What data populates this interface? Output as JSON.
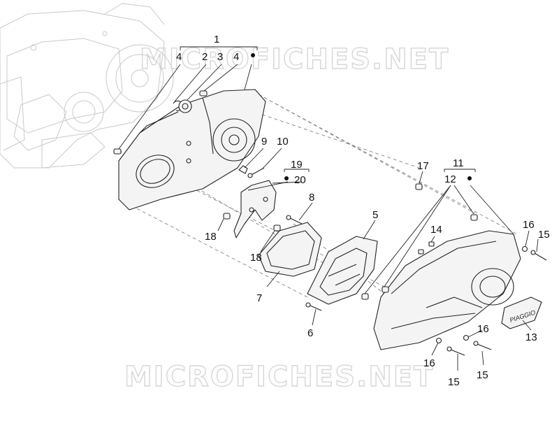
{
  "watermark": {
    "text": "MICROFICHES.NET"
  },
  "callouts": {
    "c1": "1",
    "c2": "2",
    "c3": "3",
    "c4a": "4",
    "c4b": "4",
    "c5": "5",
    "c6": "6",
    "c7": "7",
    "c8": "8",
    "c9": "9",
    "c10": "10",
    "c11": "11",
    "c12": "12",
    "c13": "13",
    "c14": "14",
    "c15a": "15",
    "c15b": "15",
    "c15c": "15",
    "c16a": "16",
    "c16b": "16",
    "c16c": "16",
    "c17": "17",
    "c18a": "18",
    "c18b": "18",
    "c19": "19",
    "c20": "20"
  },
  "logo_text": "PIAGGIO"
}
